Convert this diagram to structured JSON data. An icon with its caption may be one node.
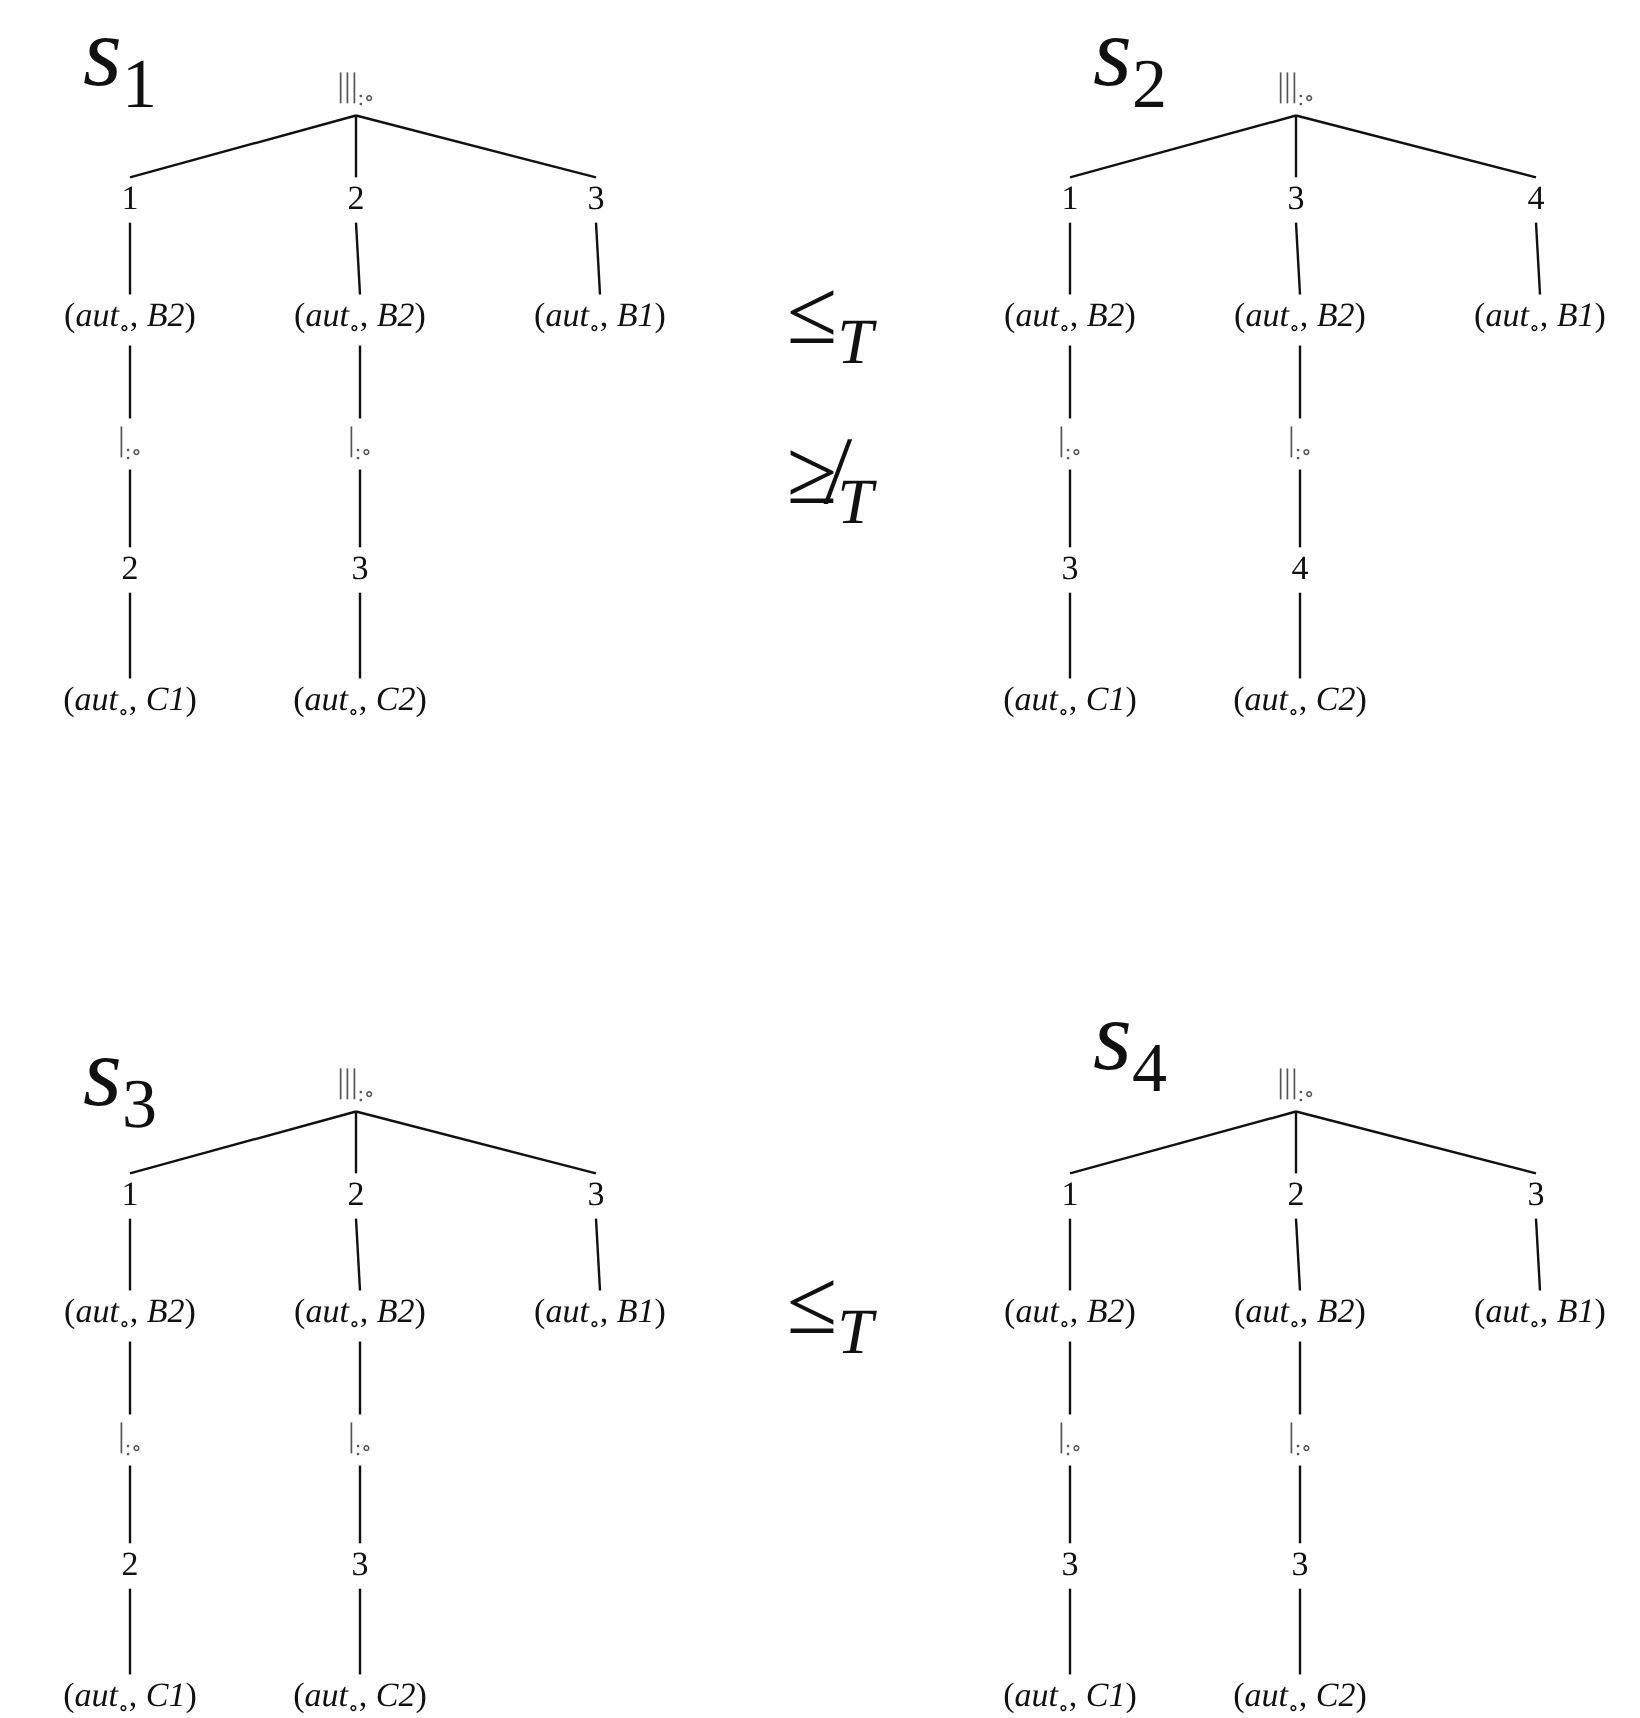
{
  "diagram": {
    "nodes": [
      {
        "text": [
          "|||$_{:∘}$"
        ]
      },
      {
        "text": [
          "1"
        ]
      },
      {
        "text": [
          "2"
        ]
      },
      {
        "text": [
          "3"
        ]
      },
      {
        "text": [
          "(*aut*$_{∘}$, *B2*)"
        ]
      },
      {
        "text": [
          "(*aut*$_{∘}$, *B2*)"
        ]
      },
      {
        "text": [
          "(*aut*$_{∘}$, *B1*)"
        ]
      },
      {
        "text": [
          "|$_{:∘}$"
        ]
      },
      {
        "text": [
          "|$_{:∘}$"
        ]
      },
      {
        "text": [
          "2"
        ]
      },
      {
        "text": [
          "3"
        ]
      },
      {
        "text": [
          "(*aut*$_{∘}$, *C1*)"
        ]
      },
      {
        "text": [
          "(*aut*$_{∘}$, *C2*)"
        ]
      },
      {
        "text": [
          "|||$_{:∘}$"
        ]
      },
      {
        "text": [
          "1"
        ]
      },
      {
        "text": [
          "3"
        ]
      },
      {
        "text": [
          "4"
        ]
      },
      {
        "text": [
          "(*aut*$_{∘}$, *B2*)"
        ]
      },
      {
        "text": [
          "(*aut*$_{∘}$, *B2*)"
        ]
      },
      {
        "text": [
          "(*aut*$_{∘}$, *B1*)"
        ]
      },
      {
        "text": [
          "|$_{:∘}$"
        ]
      },
      {
        "text": [
          "|$_{:∘}$"
        ]
      },
      {
        "text": [
          "3"
        ]
      },
      {
        "text": [
          "4"
        ]
      },
      {
        "text": [
          "(*aut*$_{∘}$, *C1*)"
        ]
      },
      {
        "text": [
          "(*aut*$_{∘}$, *C2*)"
        ]
      },
      {
        "text": [
          "|||$_{:∘}$"
        ]
      },
      {
        "text": [
          "1"
        ]
      },
      {
        "text": [
          "2"
        ]
      },
      {
        "text": [
          "3"
        ]
      },
      {
        "text": [
          "(*aut*$_{∘}$, *B2*)"
        ]
      },
      {
        "text": [
          "(*aut*$_{∘}$, *B2*)"
        ]
      },
      {
        "text": [
          "(*aut*$_{∘}$, *B1*)"
        ]
      },
      {
        "text": [
          "|$_{:∘}$"
        ]
      },
      {
        "text": [
          "|$_{:∘}$"
        ]
      },
      {
        "text": [
          "2"
        ]
      },
      {
        "text": [
          "3"
        ]
      },
      {
        "text": [
          "(*aut*$_{∘}$, *C1*)"
        ]
      },
      {
        "text": [
          "(*aut*$_{∘}$, *C2*)"
        ]
      },
      {
        "text": [
          "|||$_{:∘}$"
        ]
      },
      {
        "text": [
          "1"
        ]
      },
      {
        "text": [
          "2"
        ]
      },
      {
        "text": [
          "3"
        ]
      },
      {
        "text": [
          "(*aut*$_{∘}$, *B2*)"
        ]
      },
      {
        "text": [
          "(*aut*$_{∘}$, *B2*)"
        ]
      },
      {
        "text": [
          "(*aut*$_{∘}$, *B1*)"
        ]
      },
      {
        "text": [
          "|$_{:∘}$"
        ]
      },
      {
        "text": [
          "|$_{:∘}$"
        ]
      },
      {
        "text": [
          "3"
        ]
      },
      {
        "text": [
          "3"
        ]
      },
      {
        "text": [
          "(*aut*$_{∘}$, *C1*)"
        ]
      },
      {
        "text": [
          "(*aut*$_{∘}$, *C2*)"
        ]
      }
    ],
    "edges": [
      {
        "from": 0,
        "to": 1,
        "arrow": "none"
      },
      {
        "from": 0,
        "to": 2,
        "arrow": "none"
      },
      {
        "from": 0,
        "to": 3,
        "arrow": "none"
      },
      {
        "from": 1,
        "to": 4,
        "arrow": "none"
      },
      {
        "from": 2,
        "to": 5,
        "arrow": "none"
      },
      {
        "from": 3,
        "to": 6,
        "arrow": "none"
      },
      {
        "from": 4,
        "to": 7,
        "arrow": "none"
      },
      {
        "from": 5,
        "to": 8,
        "arrow": "none"
      },
      {
        "from": 7,
        "to": 9,
        "arrow": "none"
      },
      {
        "from": 8,
        "to": 10,
        "arrow": "none"
      },
      {
        "from": 9,
        "to": 11,
        "arrow": "none"
      },
      {
        "from": 10,
        "to": 12,
        "arrow": "none"
      },
      {
        "from": 13,
        "to": 14,
        "arrow": "none"
      },
      {
        "from": 13,
        "to": 15,
        "arrow": "none"
      },
      {
        "from": 13,
        "to": 16,
        "arrow": "none"
      },
      {
        "from": 14,
        "to": 17,
        "arrow": "none"
      },
      {
        "from": 15,
        "to": 18,
        "arrow": "none"
      },
      {
        "from": 16,
        "to": 19,
        "arrow": "none"
      },
      {
        "from": 17,
        "to": 20,
        "arrow": "none"
      },
      {
        "from": 18,
        "to": 21,
        "arrow": "none"
      },
      {
        "from": 20,
        "to": 22,
        "arrow": "none"
      },
      {
        "from": 21,
        "to": 23,
        "arrow": "none"
      },
      {
        "from": 22,
        "to": 24,
        "arrow": "none"
      },
      {
        "from": 23,
        "to": 25,
        "arrow": "none"
      },
      {
        "from": 26,
        "to": 27,
        "arrow": "none"
      },
      {
        "from": 26,
        "to": 28,
        "arrow": "none"
      },
      {
        "from": 26,
        "to": 29,
        "arrow": "none"
      },
      {
        "from": 27,
        "to": 30,
        "arrow": "none"
      },
      {
        "from": 28,
        "to": 31,
        "arrow": "none"
      },
      {
        "from": 29,
        "to": 32,
        "arrow": "none"
      },
      {
        "from": 30,
        "to": 33,
        "arrow": "none"
      },
      {
        "from": 31,
        "to": 34,
        "arrow": "none"
      },
      {
        "from": 33,
        "to": 35,
        "arrow": "none"
      },
      {
        "from": 34,
        "to": 36,
        "arrow": "none"
      },
      {
        "from": 35,
        "to": 37,
        "arrow": "none"
      },
      {
        "from": 36,
        "to": 38,
        "arrow": "none"
      },
      {
        "from": 39,
        "to": 40,
        "arrow": "none"
      },
      {
        "from": 39,
        "to": 41,
        "arrow": "none"
      },
      {
        "from": 39,
        "to": 42,
        "arrow": "none"
      },
      {
        "from": 40,
        "to": 43,
        "arrow": "none"
      },
      {
        "from": 41,
        "to": 44,
        "arrow": "none"
      },
      {
        "from": 42,
        "to": 45,
        "arrow": "none"
      },
      {
        "from": 43,
        "to": 46,
        "arrow": "none"
      },
      {
        "from": 44,
        "to": 47,
        "arrow": "none"
      },
      {
        "from": 46,
        "to": 48,
        "arrow": "none"
      },
      {
        "from": 47,
        "to": 49,
        "arrow": "none"
      },
      {
        "from": 48,
        "to": 50,
        "arrow": "none"
      },
      {
        "from": 49,
        "to": 51,
        "arrow": "none"
      }
    ],
    "labels": [
      "*s*$_{1}$",
      "*s*$_{2}$",
      "≤$_{T}$",
      "≱$_{T}$",
      "*s*$_{3}$",
      "*s*$_{4}$",
      "≤$_{T}$"
    ]
  }
}
